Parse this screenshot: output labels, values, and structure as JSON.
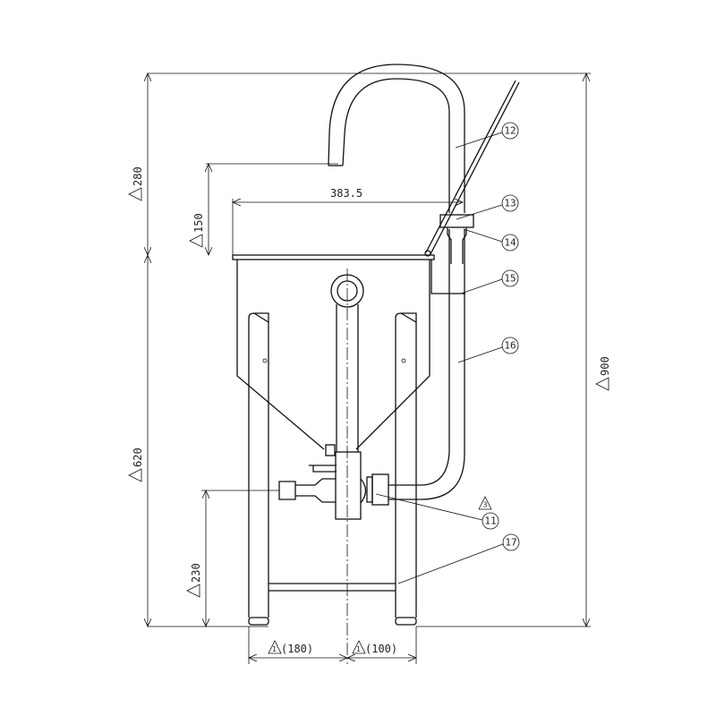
{
  "dimensions": {
    "total_height_upper": "280",
    "spout_height": "150",
    "reach": "383.5",
    "tank_height": "620",
    "outlet_height": "230",
    "total_height": "900",
    "left_width": "(180)",
    "right_width": "(100)"
  },
  "revision_marks": {
    "dim": "1",
    "note": "3"
  },
  "callouts": [
    "11",
    "12",
    "13",
    "14",
    "15",
    "16",
    "17"
  ]
}
